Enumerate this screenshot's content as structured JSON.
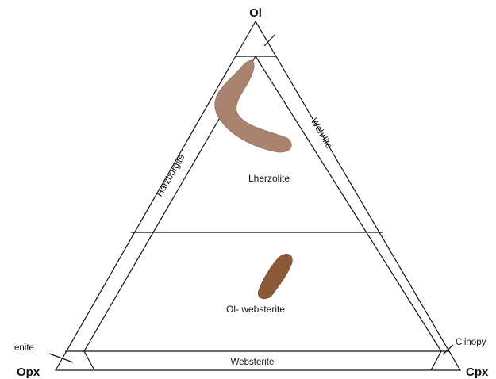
{
  "diagram": {
    "vertices": {
      "top": "Ol",
      "left": "Opx",
      "right": "Cpx"
    },
    "fields": {
      "lherzolite": "Lherzolite",
      "ol_websterite": "Ol- websterite"
    },
    "edge_labels": {
      "left_side": "Harzburgite",
      "right_side": "Wehrlite",
      "bottom": "Websterite",
      "left_corner": "enite",
      "right_corner": "Clinopy"
    },
    "colors": {
      "line": "#111111",
      "shape_upper": "#a9836d",
      "shape_lower": "#8b5a36"
    }
  }
}
